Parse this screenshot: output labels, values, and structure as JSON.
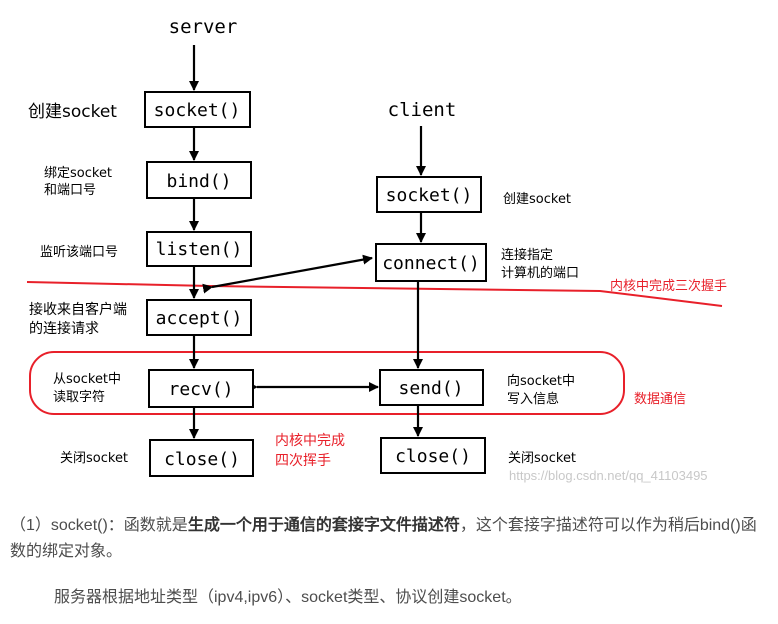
{
  "diagram": {
    "server_title": "server",
    "client_title": "client",
    "server": {
      "socket": {
        "fn": "socket()",
        "note": "创建socket"
      },
      "bind": {
        "fn": "bind()",
        "note_1": "绑定socket",
        "note_2": "和端口号"
      },
      "listen": {
        "fn": "listen()",
        "note": "监听该端口号"
      },
      "accept": {
        "fn": "accept()",
        "note_1": "接收来自客户端",
        "note_2": "的连接请求"
      },
      "recv": {
        "fn": "recv()",
        "note_1": "从socket中",
        "note_2": "读取字符"
      },
      "close": {
        "fn": "close()",
        "note": "关闭socket"
      }
    },
    "client": {
      "socket": {
        "fn": "socket()",
        "note": "创建socket"
      },
      "connect": {
        "fn": "connect()",
        "note_1": "连接指定",
        "note_2": "计算机的端口"
      },
      "send": {
        "fn": "send()",
        "note_1": "向socket中",
        "note_2": "写入信息"
      },
      "close": {
        "fn": "close()",
        "note": "关闭socket"
      }
    },
    "handshake_label": "内核中完成三次握手",
    "data_comm_label": "数据通信",
    "wave_label_1": "内核中完成",
    "wave_label_2": "四次挥手",
    "watermark": "https://blog.csdn.net/qq_41103495",
    "colors": {
      "line": "#000000",
      "annotation": "#e8202a",
      "watermark": "#c8c8c8"
    }
  },
  "text": {
    "p1_a": "（1）socket()：函数就是",
    "p1_b": "生成一个用于通信的套接字文件描述符",
    "p1_c": "，这个套接字描述符可以作为稍后bind()函数的绑定对象。",
    "p2": "服务器根据地址类型（ipv4,ipv6）、socket类型、协议创建socket。"
  }
}
